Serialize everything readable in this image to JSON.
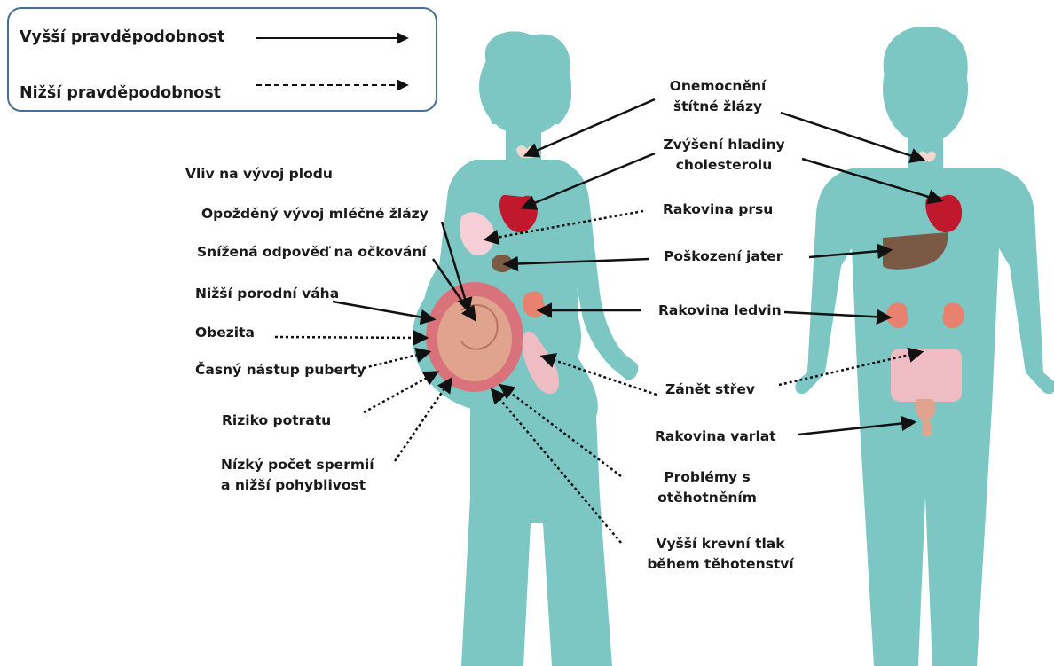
{
  "legend": {
    "higher_label": "Vyšší pravděpodobnost",
    "lower_label": "Nižší pravděpodobnost"
  },
  "fetal_section": {
    "heading": "Vliv na vývoj plodu",
    "items": [
      "Opožděný vývoj mléčné žlázy",
      "Snížená odpověď na očkování",
      "Nižší porodní váha",
      "Obezita",
      "Časný nástup puberty",
      "Riziko potratu",
      [
        "Nízký počet spermií",
        "a nižší pohyblivost"
      ]
    ]
  },
  "conditions": {
    "thyroid": [
      "Onemocnění",
      "štítné žlázy"
    ],
    "cholesterol": [
      "Zvýšení hladiny",
      "cholesterolu"
    ],
    "breast_cancer": "Rakovina prsu",
    "liver_damage": "Poškození jater",
    "kidney_cancer": "Rakovina ledvin",
    "bowel_inflammation": "Zánět střev",
    "testicular_cancer": "Rakovina varlat",
    "pregnancy_problems": [
      "Problémy s",
      "otěhotněním"
    ],
    "pregnancy_hypertension": [
      "Vyšší krevní tlak",
      "během těhotenství"
    ]
  },
  "colors": {
    "body": "#7cc7c4",
    "legend_border": "#4a6f93",
    "heart": "#c0182c",
    "liver": "#7a5a44",
    "kidney": "#e8826e",
    "breast": "#f6d0d6",
    "womb": "#d9727a",
    "fetus": "#e0a48e",
    "intestine": "#f0bcc4",
    "thyroid": "#f2d7cf"
  }
}
